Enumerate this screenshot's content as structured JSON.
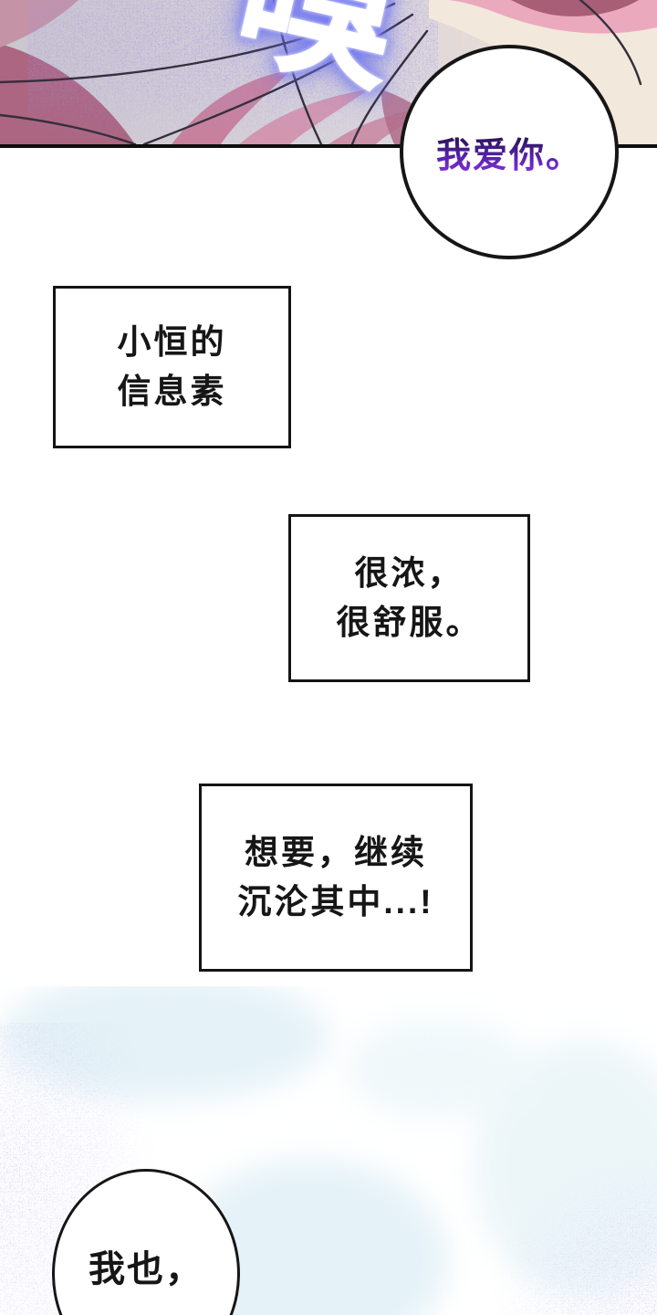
{
  "page": {
    "background_color": "#ffffff",
    "type": "webtoon-comic-page"
  },
  "panel": {
    "sfx_text": "嗅",
    "sfx_color": "#ffffff",
    "sfx_glow_color": "#6a71ee",
    "divider_color": "#0e0e0e",
    "art_colors": {
      "base_gray": "#d4cfd6",
      "mauve": "#ac6681",
      "pink_slash": "#cb849d",
      "speckle_blue": "#584fd9",
      "skin": "#f3e8dc",
      "hair_pink": "#eba9be",
      "hair_shadow": "#a85e77",
      "line_dark": "#352f3d"
    }
  },
  "speech_bubbles": [
    {
      "id": "love",
      "text": "我爱你。",
      "shape": "circle",
      "fill": "#ffffff",
      "border_color": "#161616",
      "text_gradient_top": "#1f1130",
      "text_gradient_bottom": "#8c34e4"
    },
    {
      "id": "reply",
      "text": "我也，",
      "shape": "circle",
      "fill": "#ffffff",
      "border_color": "#161616",
      "text_color": "#161616"
    }
  ],
  "caption_boxes": [
    {
      "lines": [
        "小恒的",
        "信息素"
      ],
      "border_color": "#141414",
      "fill": "#ffffff",
      "text_color": "#161616"
    },
    {
      "lines": [
        "很浓，",
        "很舒服。"
      ],
      "border_color": "#141414",
      "fill": "#ffffff",
      "text_color": "#161616"
    },
    {
      "lines": [
        "想要，继续",
        "沉沦其中...!"
      ],
      "border_color": "#141414",
      "fill": "#ffffff",
      "text_color": "#161616"
    }
  ],
  "background_art": {
    "wash_color": "#ddeef5",
    "speckle_color": "#9c94e0"
  }
}
